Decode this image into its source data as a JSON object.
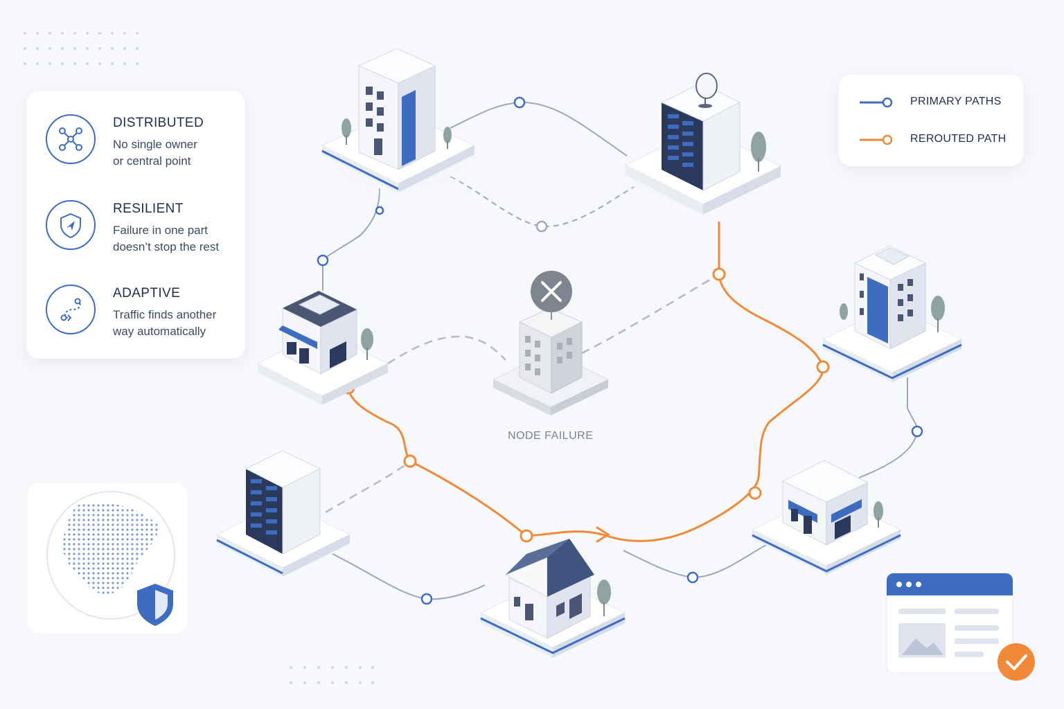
{
  "features": [
    {
      "icon": "network-nodes-icon",
      "title": "DISTRIBUTED",
      "desc_line1": "No single owner",
      "desc_line2": "or central point"
    },
    {
      "icon": "shield-icon",
      "title": "RESILIENT",
      "desc_line1": "Failure in one part",
      "desc_line2": "doesn’t stop the rest"
    },
    {
      "icon": "route-path-icon",
      "title": "ADAPTIVE",
      "desc_line1": "Traffic finds another",
      "desc_line2": "way automatically"
    }
  ],
  "legend": {
    "primary_label": "PRIMARY PATHS",
    "rerouted_label": "REROUTED PATH"
  },
  "failure_label": "NODE FAILURE",
  "colors": {
    "primary": "#3d6cc0",
    "rerouted": "#f08a3a",
    "failed": "#9aa0aa"
  }
}
